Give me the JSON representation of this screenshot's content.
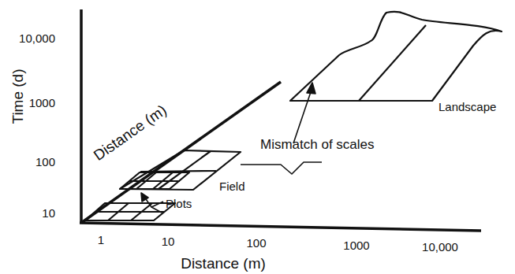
{
  "diagram": {
    "labels": [
      "Time (d)",
      "10,000",
      "1000",
      "100",
      "10",
      "Distance (m)",
      "Plots",
      "Field",
      "Mismatch of scales",
      "Landscape",
      "1",
      "10",
      "100",
      "1000",
      "10,000",
      "Distance (m)"
    ]
  }
}
